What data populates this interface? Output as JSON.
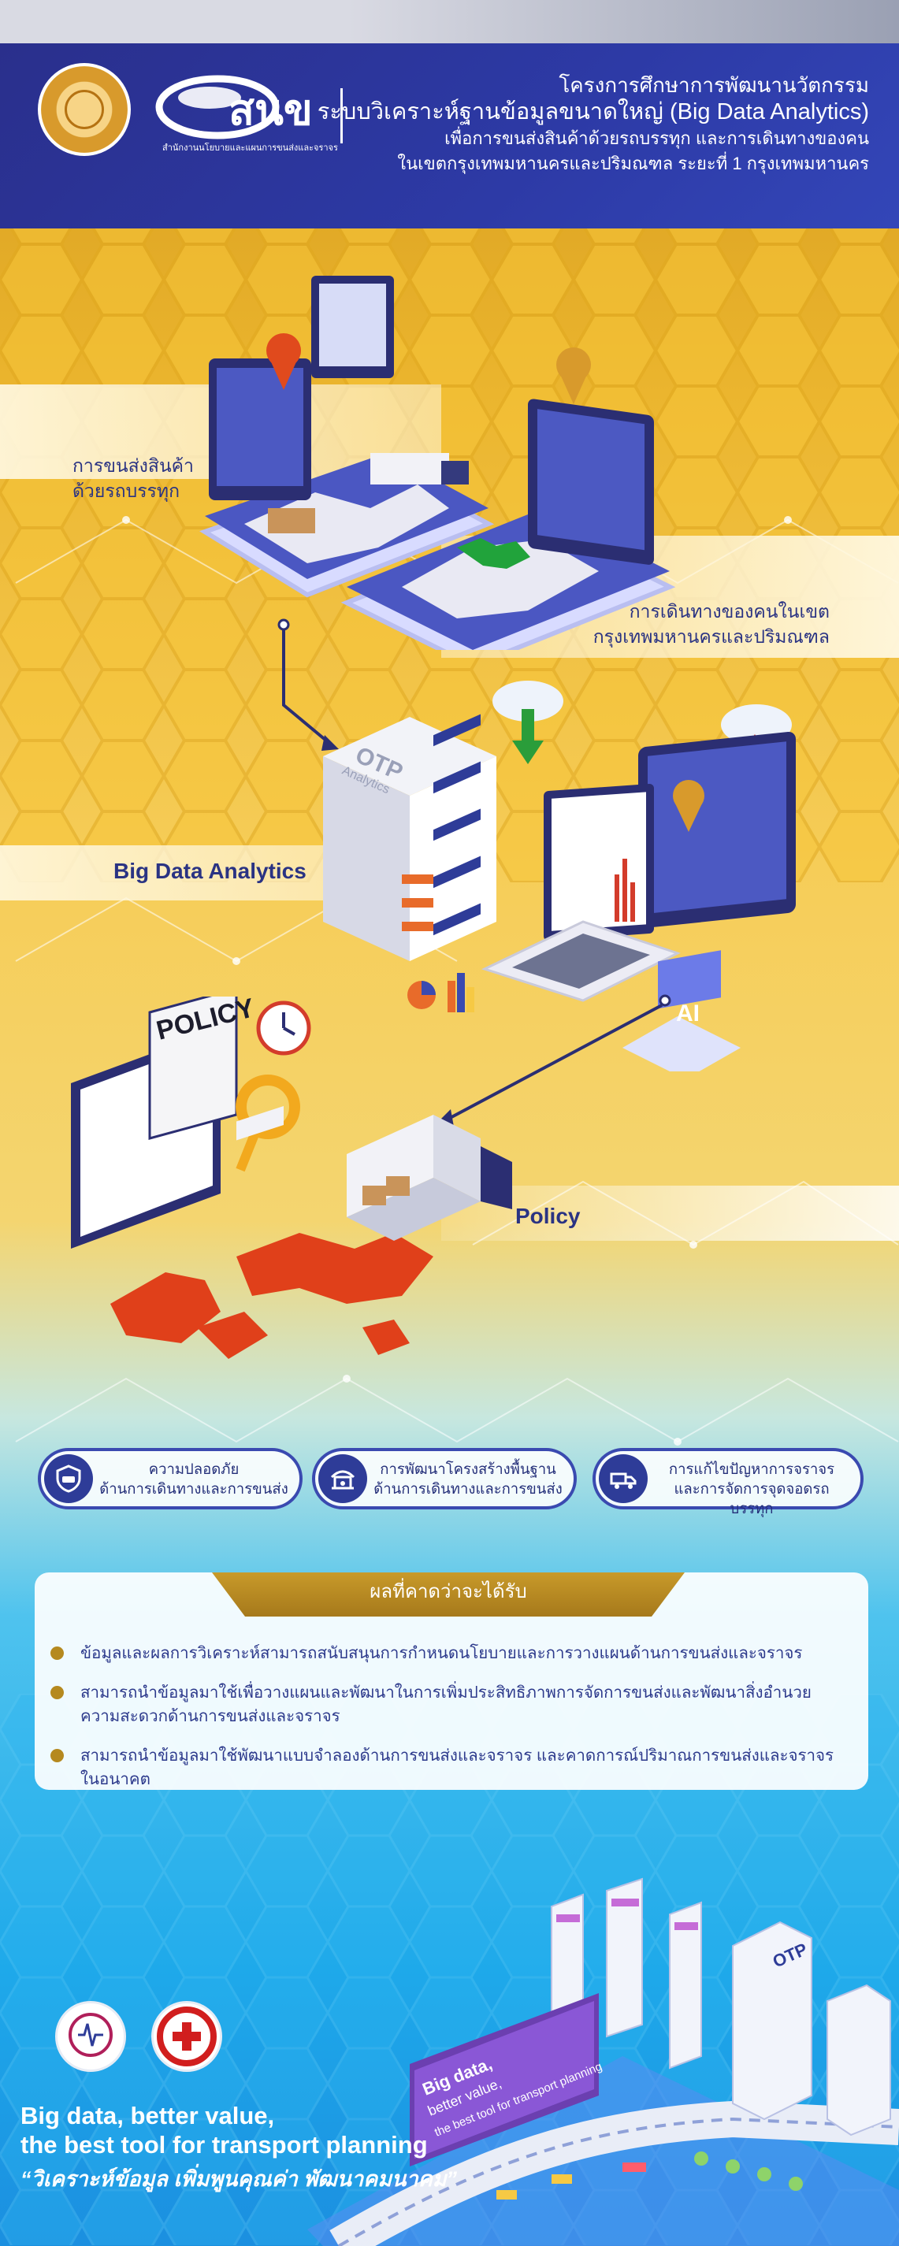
{
  "header": {
    "logo_text": "สนข",
    "logo_subtitle": "สำนักงานนโยบายและแผนการขนส่งและจราจร",
    "title_line1": "โครงการศึกษาการพัฒนานวัตกรรม",
    "title_line2": "ระบบวิเคราะห์ฐานข้อมูลขนาดใหญ่ (Big Data Analytics)",
    "title_line3": "เพื่อการขนส่งสินค้าด้วยรถบรรทุก และการเดินทางของคน",
    "title_line4": "ในเขตกรุงเทพมหานครและปริมณฑล ระยะที่ 1 กรุงเทพมหานคร"
  },
  "sections": {
    "freight_label_1": "การขนส่งสินค้า",
    "freight_label_2": "ด้วยรถบรรทุก",
    "travel_label_1": "การเดินทางของคนในเขต",
    "travel_label_2": "กรุงเทพมหานครและปริมณฑล",
    "bigdata_label": "Big Data  Analytics",
    "policy_label": "Policy",
    "otp_server_label": "OTP",
    "otp_server_sub": "Analytics",
    "ai_chip_label": "AI",
    "policy_board_label": "POLICY"
  },
  "features": [
    {
      "icon": "shield-car-icon",
      "line1": "ความปลอดภัย",
      "line2": "ด้านการเดินทางและการขนส่ง"
    },
    {
      "icon": "infrastructure-icon",
      "line1": "การพัฒนาโครงสร้างพื้นฐาน",
      "line2": "ด้านการเดินทางและการขนส่ง"
    },
    {
      "icon": "traffic-truck-icon",
      "line1": "การแก้ไขปัญหาการจราจร",
      "line2": "และการจัดการจุดจอดรถบรรทุก"
    }
  ],
  "results": {
    "title": "ผลที่คาดว่าจะได้รับ",
    "items": [
      "ข้อมูลและผลการวิเคราะห์สามารถสนับสนุนการกำหนดนโยบายและการวางแผนด้านการขนส่งและจราจร",
      "สามารถนำข้อมูลมาใช้เพื่อวางแผนและพัฒนาในการเพิ่มประสิทธิภาพการจัดการขนส่งและพัฒนาสิ่งอำนวยความสะดวกด้านการขนส่งและจราจร",
      "สามารถนำข้อมูลมาใช้พัฒนาแบบจำลองด้านการขนส่งและจราจร และคาดการณ์ปริมาณการขนส่งและจราจรในอนาคต"
    ]
  },
  "footer": {
    "slogan_line1": "Big data, better value,",
    "slogan_line2": "the best tool for transport planning",
    "slogan_line3": "“วิเคราะห์ข้อมูล เพิ่มพูนคุณค่า พัฒนาคมนาคม”",
    "billboard_line1": "Big data,",
    "billboard_line2": "better value,",
    "billboard_line3": "the best tool for transport planning",
    "city_tower_label": "OTP"
  },
  "colors": {
    "header_blue": "#2d3aa6",
    "label_navy": "#2a3383",
    "gold": "#b5891f",
    "sky": "#1ea9ea"
  }
}
